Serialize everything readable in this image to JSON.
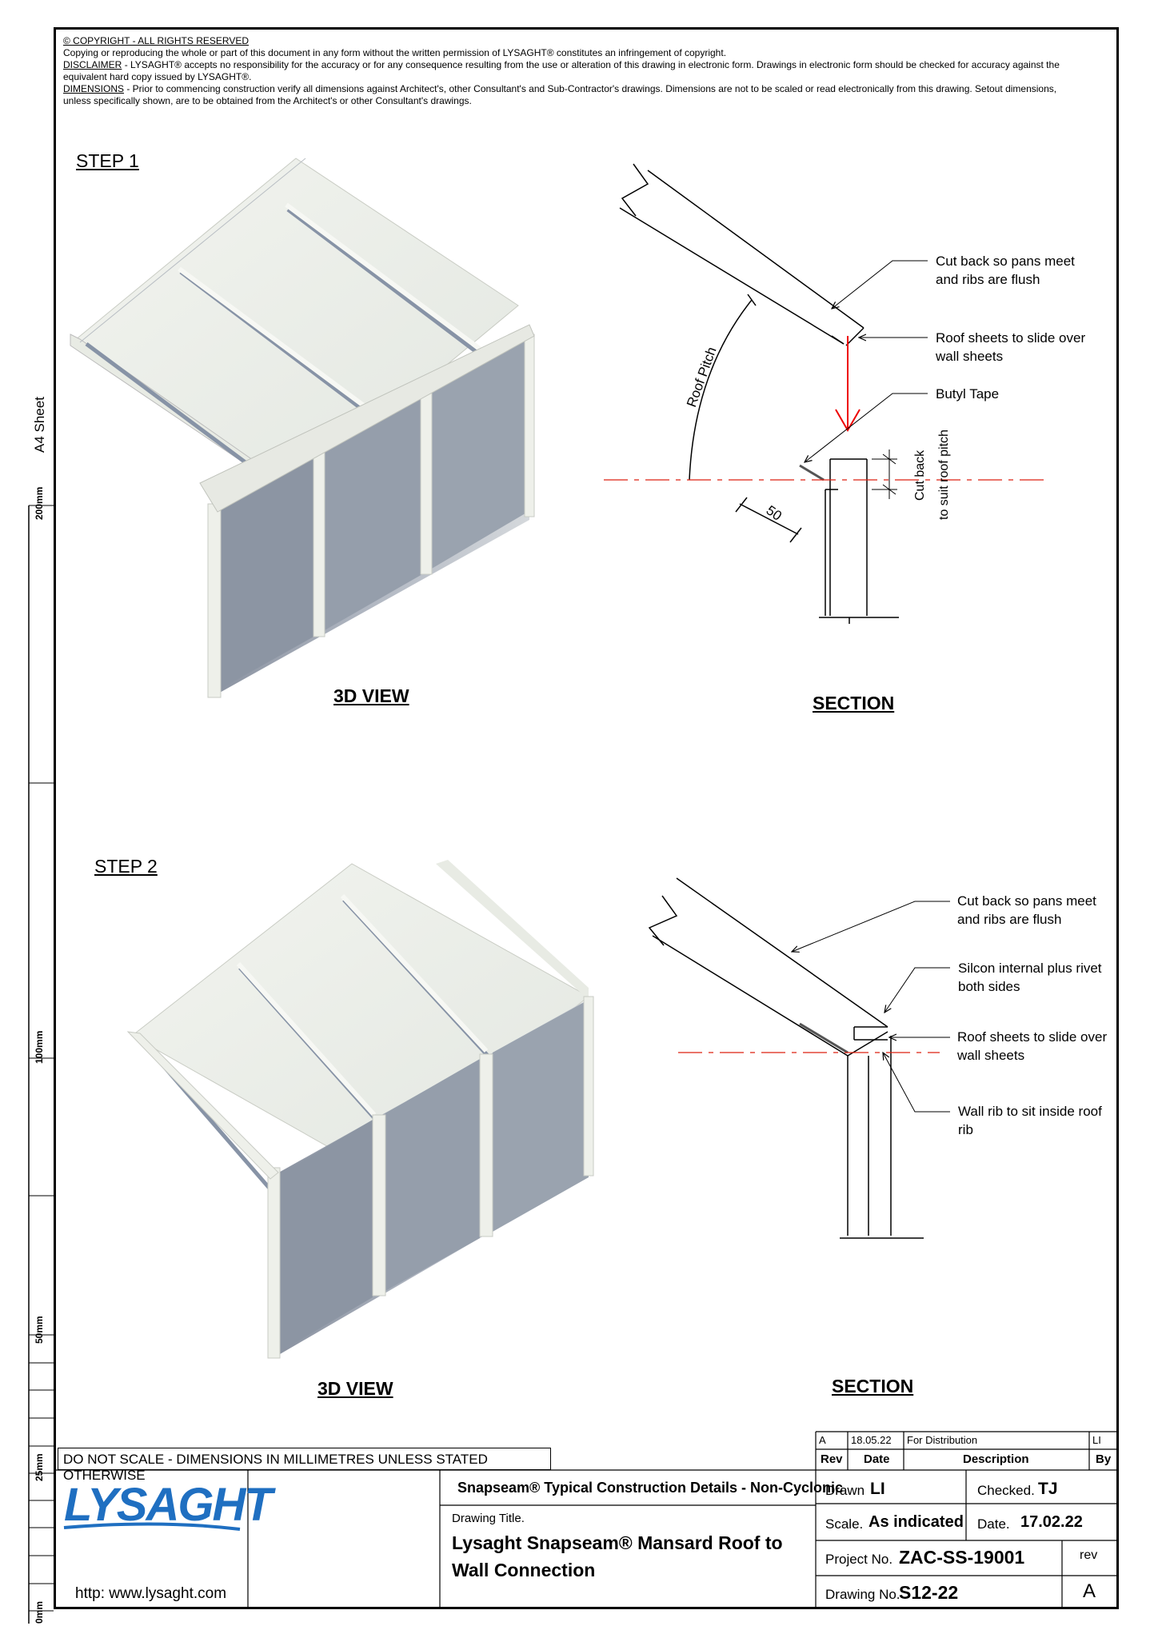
{
  "sheet": {
    "a4_label": "A4 Sheet",
    "ruler": [
      "200mm",
      "100mm",
      "50mm",
      "25mm",
      "0mm"
    ]
  },
  "notes": {
    "copyright": "© COPYRIGHT - ALL RIGHTS RESERVED",
    "copying": "Copying or reproducing the whole or part of this document in any form without the written permission of LYSAGHT® constitutes an infringement of copyright.",
    "disclaimer_head": "DISCLAIMER",
    "disclaimer": " - LYSAGHT® accepts no responsibility for the accuracy or for any consequence resulting from the use or alteration of this drawing in electronic form.  Drawings in electronic form should be checked for accuracy against the equivalent hard copy issued by LYSAGHT®.",
    "dimensions_head": "DIMENSIONS",
    "dimensions": " - Prior to commencing construction verify all dimensions against Architect's, other Consultant's and Sub-Contractor's drawings. Dimensions are not to be scaled or read electronically from this drawing. Setout dimensions, unless specifically shown, are to be obtained from the Architect's or other Consultant's drawings."
  },
  "step1": {
    "title": "STEP 1",
    "view_label": "3D VIEW",
    "section_label": "SECTION",
    "callouts": [
      "Cut back so pans meet and ribs are flush",
      "Roof sheets to slide over wall sheets",
      "Butyl Tape"
    ],
    "roof_pitch": "Roof Pitch",
    "dim_50": "50",
    "cut_back": "Cut back",
    "cut_back2": "to suit roof pitch"
  },
  "step2": {
    "title": "STEP 2",
    "view_label": "3D VIEW",
    "section_label": "SECTION",
    "callouts": [
      "Cut back so pans meet and ribs are flush",
      "Silcon internal plus rivet both sides",
      "Roof sheets to slide over wall sheets",
      "Wall rib to sit inside roof rib"
    ]
  },
  "title_block": {
    "do_not_scale": "DO NOT SCALE - DIMENSIONS IN MILLIMETRES UNLESS STATED OTHERWISE",
    "logo": "LYSAGHT",
    "url": "http: www.lysaght.com",
    "series": "Snapseam® Typical Construction Details - Non-Cyclonic",
    "drawing_title_label": "Drawing Title.",
    "drawing_title": "Lysaght Snapseam® Mansard Roof to Wall Connection",
    "revision_row": {
      "rev": "A",
      "date": "18.05.22",
      "description": "For Distribution",
      "by": "LI"
    },
    "rev_headers": {
      "rev": "Rev",
      "date": "Date",
      "description": "Description",
      "by": "By"
    },
    "drawn_label": "Drawn",
    "drawn": "LI",
    "checked_label": "Checked.",
    "checked": "TJ",
    "scale_label": "Scale.",
    "scale": "As indicated",
    "date_label": "Date.",
    "date": "17.02.22",
    "project_label": "Project No.",
    "project": "ZAC-SS-19001",
    "rev_label": "rev",
    "rev": "A",
    "drawing_no_label": "Drawing No.",
    "drawing_no": "S12-22"
  }
}
